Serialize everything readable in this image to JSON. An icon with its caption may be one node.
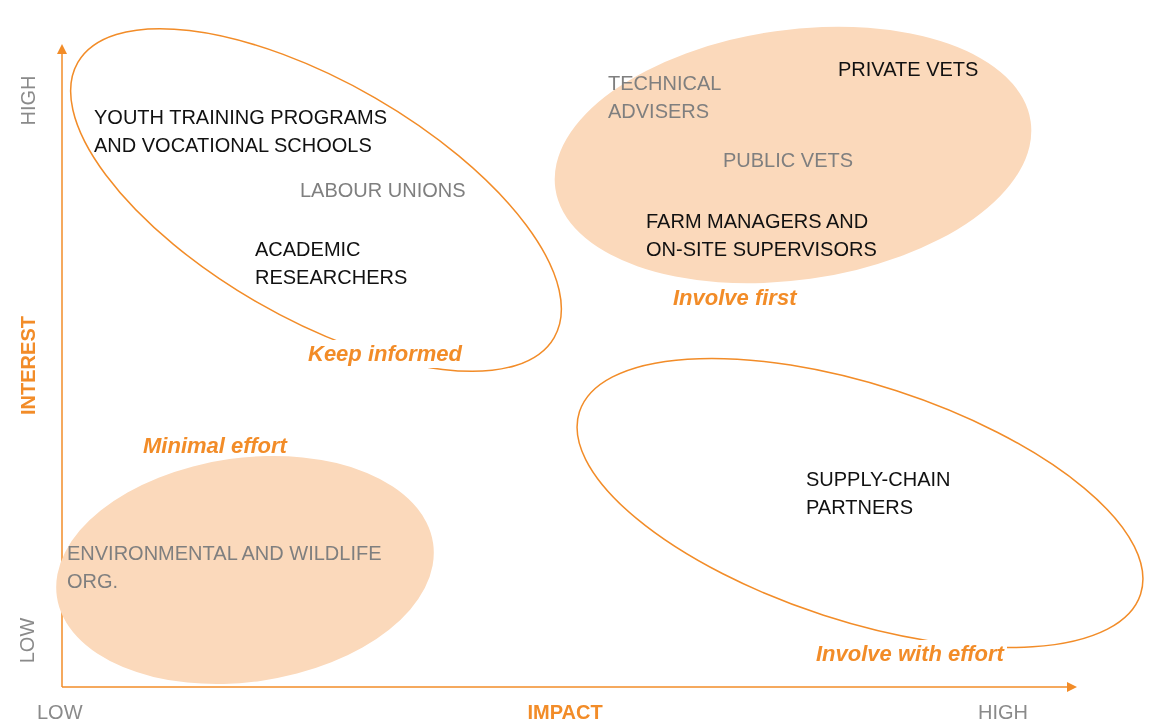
{
  "diagram": {
    "nodes": [
      {
        "text": [
          "YOUTH TRAINING PROGRAMS AND VOCATIONAL SCHOOLS",
          "LABOUR UNIONS",
          "ACADEMIC RESEARCHERS",
          "Keep informed"
        ]
      },
      {
        "text": [
          "PRIVATE VETS",
          "TECHNICAL ADVISERS",
          "PUBLIC VETS",
          "FARM MANAGERS AND ON-SITE SUPERVISORS",
          "Involve first"
        ]
      },
      {
        "text": [
          "Minimal effort",
          "ENVIRONMENTAL AND WILDLIFE ORG."
        ]
      },
      {
        "text": [
          "SUPPLY-CHAIN PARTNERS",
          "Involve with effort"
        ]
      }
    ],
    "edges": [],
    "labels": [
      "HIGH",
      "INTEREST",
      "LOW",
      "LOW",
      "IMPACT",
      "HIGH"
    ]
  }
}
